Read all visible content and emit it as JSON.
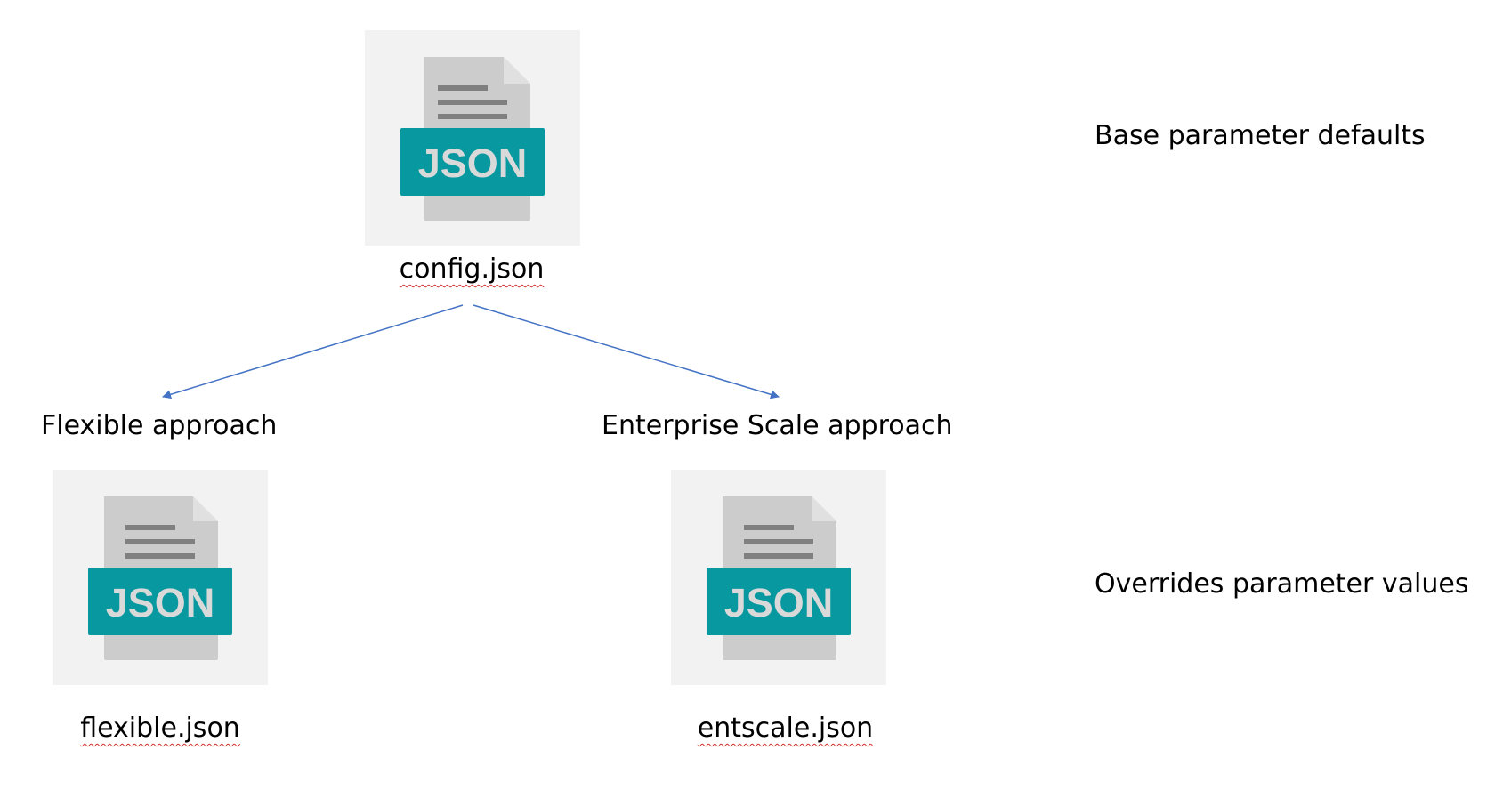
{
  "colors": {
    "tile_background": "#f2f2f2",
    "document_body": "#cccccc",
    "document_fold": "#e0e0e0",
    "document_lines": "#808080",
    "badge": "#08989f",
    "badge_text": "#d9d9d9",
    "arrow": "#4472c4",
    "spellcheck_underline": "#d32f2f"
  },
  "badge_label": "JSON",
  "files": {
    "config": {
      "filename": "config.json",
      "icon": "json-file-icon"
    },
    "flexible": {
      "filename": "flexible.json",
      "icon": "json-file-icon"
    },
    "entscale": {
      "filename": "entscale.json",
      "icon": "json-file-icon"
    }
  },
  "branches": {
    "flexible_label": "Flexible approach",
    "entscale_label": "Enterprise Scale approach"
  },
  "annotations": {
    "base": "Base parameter defaults",
    "overrides": "Overrides parameter values"
  }
}
